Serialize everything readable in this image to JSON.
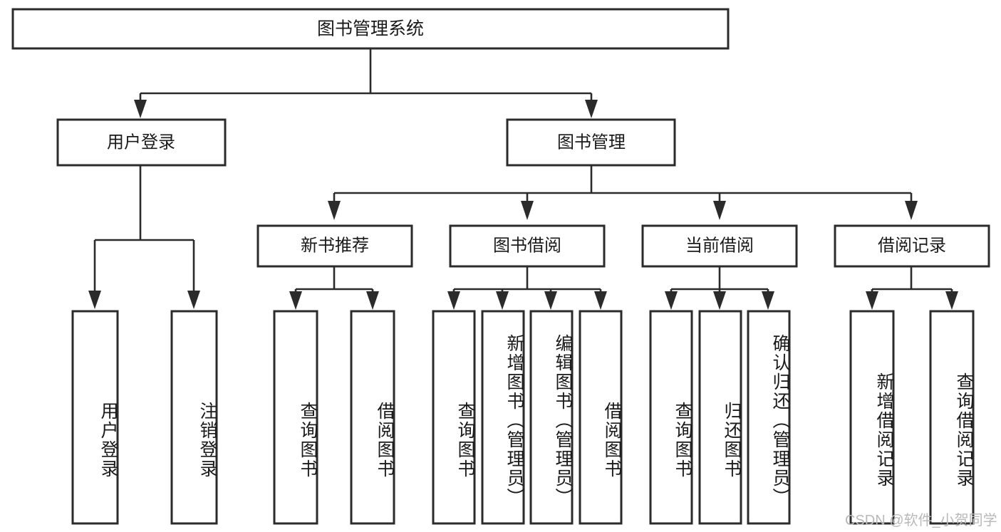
{
  "diagram": {
    "title": "图书管理系统",
    "watermark": "CSDN @软件_小贺同学",
    "orientation": "top-down tree",
    "colors": {
      "stroke": "#2b2b2b",
      "box_fill": "#ffffff",
      "text": "#1a1a1a",
      "watermark": "#b9b9b9",
      "background": "#ffffff"
    },
    "root": {
      "id": "root",
      "label": "图书管理系统",
      "orientation": "horizontal"
    },
    "level2": [
      {
        "id": "user-login",
        "label": "用户登录",
        "orientation": "horizontal"
      },
      {
        "id": "book-management",
        "label": "图书管理",
        "orientation": "horizontal"
      }
    ],
    "level3": [
      {
        "id": "new-book-recommend",
        "label": "新书推荐",
        "orientation": "horizontal",
        "parent": "book-management"
      },
      {
        "id": "book-borrow",
        "label": "图书借阅",
        "orientation": "horizontal",
        "parent": "book-management"
      },
      {
        "id": "current-borrow",
        "label": "当前借阅",
        "orientation": "horizontal",
        "parent": "book-management"
      },
      {
        "id": "borrow-record",
        "label": "借阅记录",
        "orientation": "horizontal",
        "parent": "book-management"
      }
    ],
    "leaves": [
      {
        "id": "leaf-user-login",
        "label": "用户登录",
        "parent": "user-login",
        "orientation": "vertical"
      },
      {
        "id": "leaf-user-logout",
        "label": "注销登录",
        "parent": "user-login",
        "orientation": "vertical"
      },
      {
        "id": "leaf-query-book-1",
        "label": "查询图书",
        "parent": "new-book-recommend",
        "orientation": "vertical"
      },
      {
        "id": "leaf-borrow-book-1",
        "label": "借阅图书",
        "parent": "new-book-recommend",
        "orientation": "vertical"
      },
      {
        "id": "leaf-query-book-2",
        "label": "查询图书",
        "parent": "book-borrow",
        "orientation": "vertical"
      },
      {
        "id": "leaf-add-book",
        "label": "新增图书（管理员）",
        "parent": "book-borrow",
        "orientation": "vertical"
      },
      {
        "id": "leaf-edit-book",
        "label": "编辑图书（管理员）",
        "parent": "book-borrow",
        "orientation": "vertical"
      },
      {
        "id": "leaf-borrow-book-2",
        "label": "借阅图书",
        "parent": "book-borrow",
        "orientation": "vertical"
      },
      {
        "id": "leaf-query-book-3",
        "label": "查询图书",
        "parent": "current-borrow",
        "orientation": "vertical"
      },
      {
        "id": "leaf-return-book",
        "label": "归还图书",
        "parent": "current-borrow",
        "orientation": "vertical"
      },
      {
        "id": "leaf-confirm-return",
        "label": "确认归还（管理员）",
        "parent": "current-borrow",
        "orientation": "vertical"
      },
      {
        "id": "leaf-add-record",
        "label": "新增借阅记录",
        "parent": "borrow-record",
        "orientation": "vertical"
      },
      {
        "id": "leaf-query-record",
        "label": "查询借阅记录",
        "parent": "borrow-record",
        "orientation": "vertical"
      }
    ]
  }
}
